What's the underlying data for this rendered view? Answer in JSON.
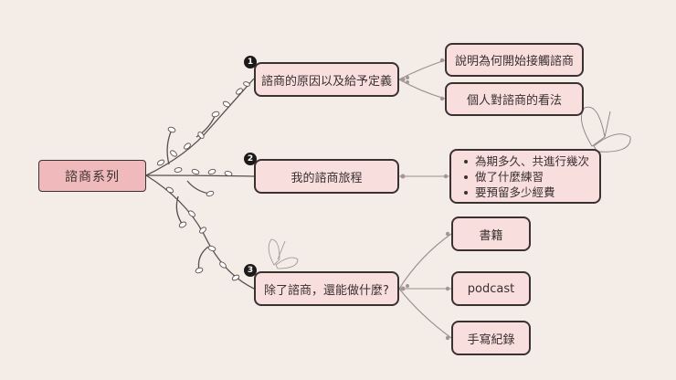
{
  "root": {
    "label": "諮商系列"
  },
  "branches": [
    {
      "badge": "1",
      "label": "諮商的原因以及給予定義",
      "children": [
        "說明為何開始接觸諮商",
        "個人對諮商的看法"
      ]
    },
    {
      "badge": "2",
      "label": "我的諮商旅程",
      "list": [
        "為期多久、共進行幾次",
        "做了什麼練習",
        "要預留多少經費"
      ]
    },
    {
      "badge": "3",
      "label": "除了諮商，還能做什麼?",
      "children": [
        "書籍",
        "podcast",
        "手寫紀錄"
      ]
    }
  ],
  "colors": {
    "background": "#f4ece6",
    "node_fill": "#f8dedd",
    "root_fill": "#f0b9bb",
    "border": "#3b3131"
  }
}
